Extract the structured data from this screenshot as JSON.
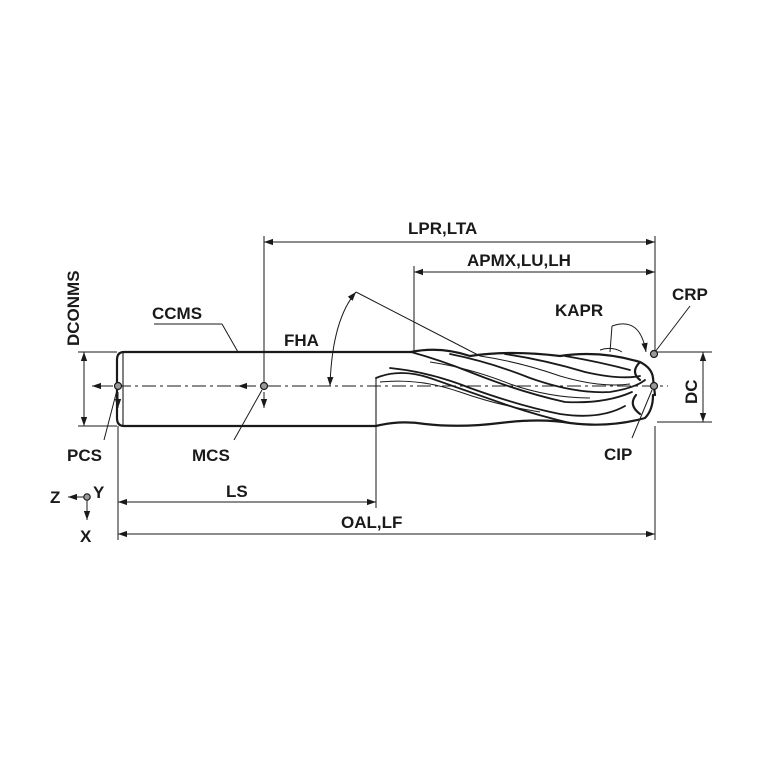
{
  "labels": {
    "lpr_lta": "LPR,LTA",
    "apmx_lu_lh": "APMX,LU,LH",
    "crp": "CRP",
    "kapr": "KAPR",
    "dconms": "DCONMS",
    "ccms": "CCMS",
    "fha": "FHA",
    "dc": "DC",
    "pcs": "PCS",
    "mcs": "MCS",
    "cip": "CIP",
    "ls": "LS",
    "oal_lf": "OAL,LF",
    "axis_z": "Z",
    "axis_y": "Y",
    "axis_x": "X"
  }
}
